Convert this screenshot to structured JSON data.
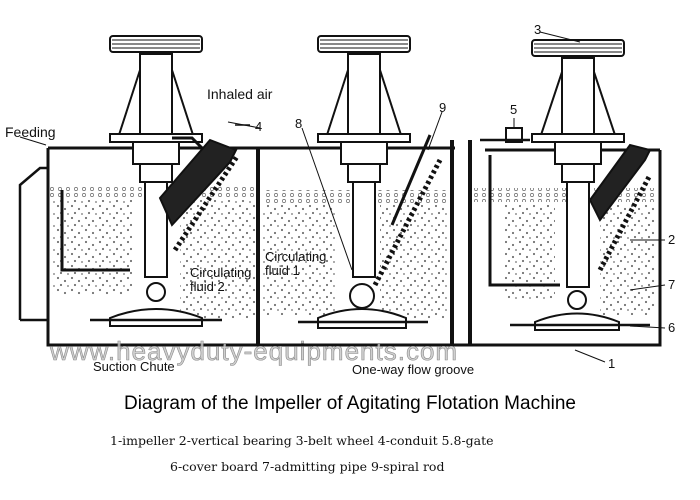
{
  "labels": {
    "feeding": "Feeding",
    "inhaled_air": "Inhaled air",
    "circulating_fluid_2": "Circulating\nfluid 2",
    "circulating_fluid_1": "Circulating\nfluid 1",
    "suction_chute": "Suction Chute",
    "one_way_flow_groove": "One-way flow groove"
  },
  "callouts": {
    "n3": "3",
    "n4": "4",
    "n5": "5",
    "n8": "8",
    "n9": "9",
    "n2": "2",
    "n7": "7",
    "n6": "6",
    "n1": "1"
  },
  "watermark": "www.heavyduty-equipments.com",
  "title": "Diagram of the Impeller of Agitating Flotation Machine",
  "legend": {
    "line1": "1-impeller   2-vertical bearing   3-belt wheel   4-conduit   5.8-gate",
    "line2": "6-cover board   7-admitting pipe   9-spiral rod"
  }
}
